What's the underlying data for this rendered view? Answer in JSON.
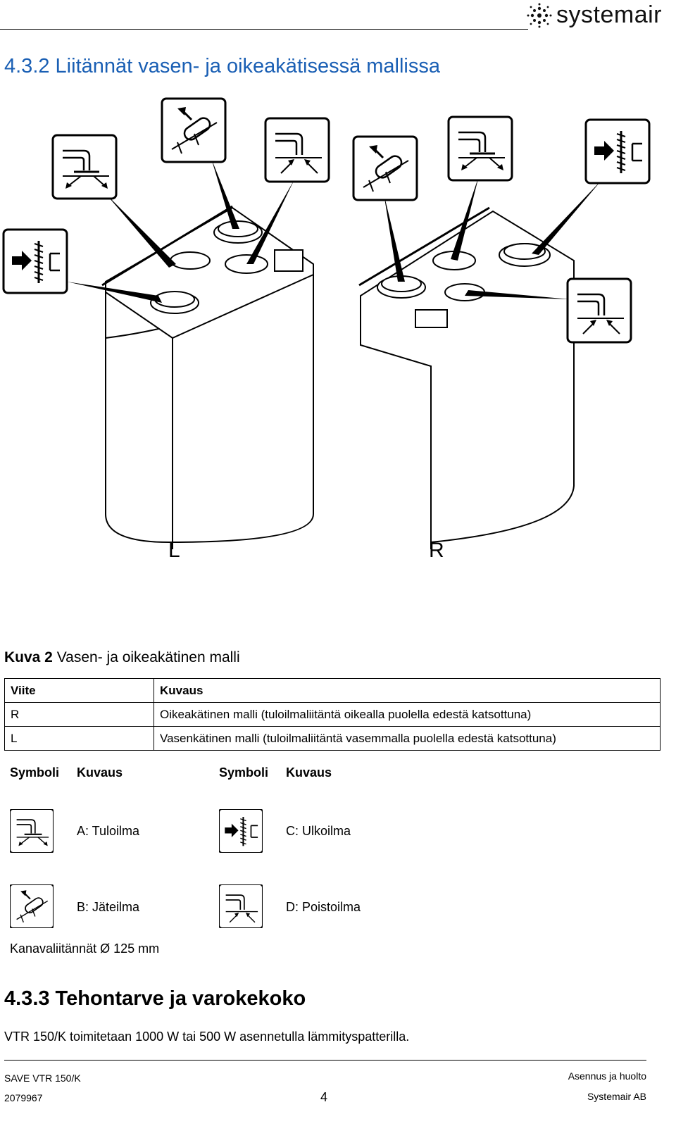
{
  "brand": {
    "name": "systemair"
  },
  "heading": "4.3.2 Liitännät vasen- ja oikeakätisessä mallissa",
  "figure": {
    "label_left": "L",
    "label_right": "R"
  },
  "caption": {
    "prefix": "Kuva 2",
    "text": "Vasen- ja oikeakätinen malli"
  },
  "ref_table": {
    "headers": [
      "Viite",
      "Kuvaus"
    ],
    "rows": [
      [
        "R",
        "Oikeakätinen malli (tuloilmaliitäntä oikealla puolella edestä katsottuna)"
      ],
      [
        "L",
        "Vasenkätinen malli (tuloilmaliitäntä vasemmalla puolella edestä katsottuna)"
      ]
    ]
  },
  "symbols": {
    "col_symbol": "Symboli",
    "col_desc": "Kuvaus",
    "items": [
      {
        "icon": "supply-air-icon",
        "label": "A: Tuloilma"
      },
      {
        "icon": "outdoor-air-icon",
        "label": "C: Ulkoilma"
      },
      {
        "icon": "exhaust-air-icon",
        "label": "B: Jäteilma"
      },
      {
        "icon": "extract-air-icon",
        "label": "D: Poistoilma"
      }
    ]
  },
  "duct_note": "Kanavaliitännät Ø 125 mm",
  "heading2": "4.3.3 Tehontarve ja varokekoko",
  "body": "VTR 150/K toimitetaan 1000 W tai 500 W asennetulla lämmityspatterilla.",
  "footer": {
    "product": "SAVE VTR 150/K",
    "doc_no": "2079967",
    "page": "4",
    "section": "Asennus ja huolto",
    "company": "Systemair AB"
  }
}
